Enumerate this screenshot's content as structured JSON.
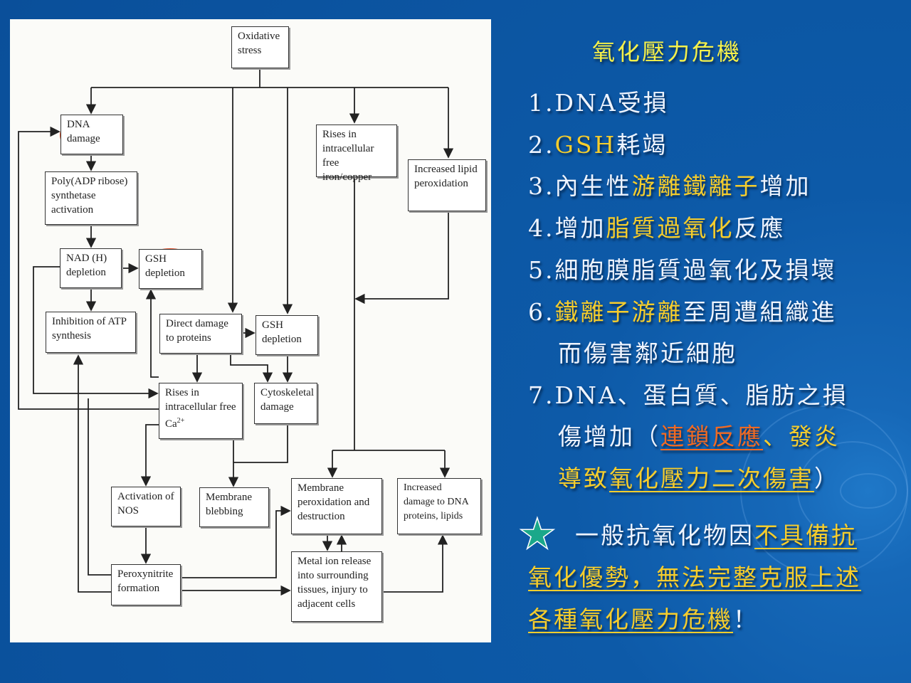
{
  "diagram": {
    "oxidative": "Oxidative stress",
    "dna": "DNA damage",
    "poly": "Poly(ADP ribose) synthetase activation",
    "nad": "NAD (H) depletion",
    "gsh1": "GSH depletion",
    "atp": "Inhibition of ATP synthesis",
    "iron": "Rises in intracellular free iron/copper",
    "lipid": "Increased lipid peroxidation",
    "direct": "Direct damage to proteins",
    "gsh2": "GSH depletion",
    "ca": "Rises in intracellular free Ca",
    "ca_sup": "2+",
    "cyto": "Cytoskeletal damage",
    "nos": "Activation of NOS",
    "bleb": "Membrane blebbing",
    "memper": "Membrane peroxidation and destruction",
    "incdmg": "Increased damage to DNA proteins, lipids",
    "peroxy": "Peroxynitrite formation",
    "metal": "Metal ion release into surrounding tissues, injury to adjacent cells"
  },
  "slide": {
    "title": "氧化壓力危機",
    "l1": "1.DNA受損",
    "l2a": "2.",
    "l2b": "GSH",
    "l2c": "耗竭",
    "l3a": "3.內生性",
    "l3b": "游離鐵離子",
    "l3c": "增加",
    "l4a": "4.增加",
    "l4b": "脂質過氧化",
    "l4c": "反應",
    "l5": "5.細胞膜脂質過氧化及損壞",
    "l6a": "6.",
    "l6b": "鐵離子游離",
    "l6c": "至周遭組織進",
    "l6d": "而傷害鄰近細胞",
    "l7a": "7.DNA、蛋白質、脂肪之損",
    "l7b": "傷增加（",
    "l7c": "連鎖反應",
    "l7d": "、發炎",
    "l7e": "導致",
    "l7f": "氧化壓力二次傷害",
    "l7g": "）",
    "star": "★",
    "s1a": "一般抗氧化物因",
    "s1b": "不具備抗",
    "s2": "氧化優勢，無法完整克服上述",
    "s3a": "各種氧化壓力危機",
    "s3b": "！"
  },
  "colors": {
    "highlight": "#f6cd2c",
    "orange": "#f26a22",
    "title": "#f6f14a",
    "star": "#1aa88a"
  }
}
